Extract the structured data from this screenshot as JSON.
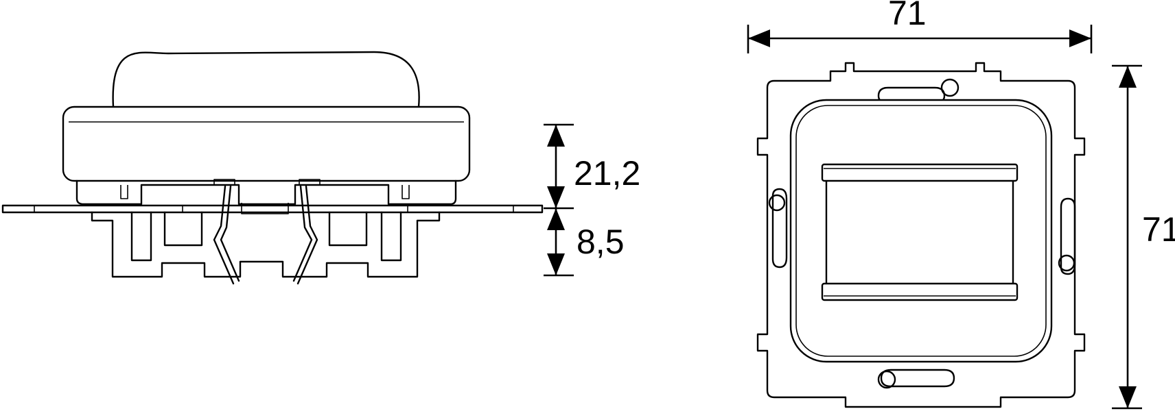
{
  "side_view": {
    "dim_upper": "21,2",
    "dim_lower": "8,5"
  },
  "front_view": {
    "dim_width": "71",
    "dim_height": "71"
  }
}
